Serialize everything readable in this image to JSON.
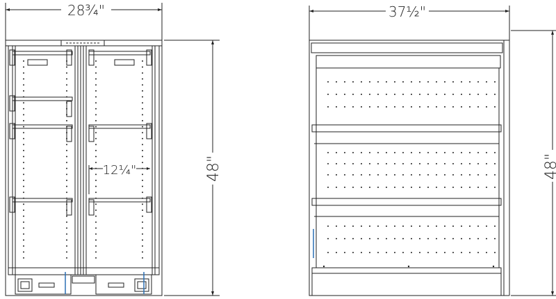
{
  "front_view": {
    "width_label": "28¾\"",
    "height_label": "48\"",
    "shelf_span_label": "12¼\""
  },
  "side_view": {
    "width_label": "37½\"",
    "height_label": "48\""
  }
}
